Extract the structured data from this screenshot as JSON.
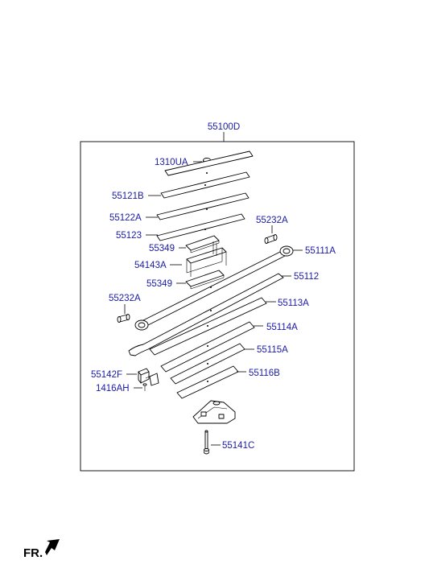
{
  "assembly": {
    "number": "55100D"
  },
  "labels": {
    "bolt_cap": "1310UA",
    "leaf_55121B": "55121B",
    "leaf_55122A": "55122A",
    "leaf_55123": "55123",
    "pad_upper": "55349",
    "bracket": "54143A",
    "pad_lower": "55349",
    "bushing_right": "55232A",
    "main_leaf": "55111A",
    "leaf_55112": "55112",
    "bushing_left": "55232A",
    "leaf_55113A": "55113A",
    "leaf_55114A": "55114A",
    "leaf_55115A": "55115A",
    "clip": "55142F",
    "rivet": "1416AH",
    "leaf_55116B": "55116B",
    "center_bolt": "55141C"
  },
  "orientation": {
    "label": "FR.",
    "icon": "front-arrow-icon"
  },
  "colors": {
    "label": "#1a1aa6",
    "line": "#000000"
  }
}
